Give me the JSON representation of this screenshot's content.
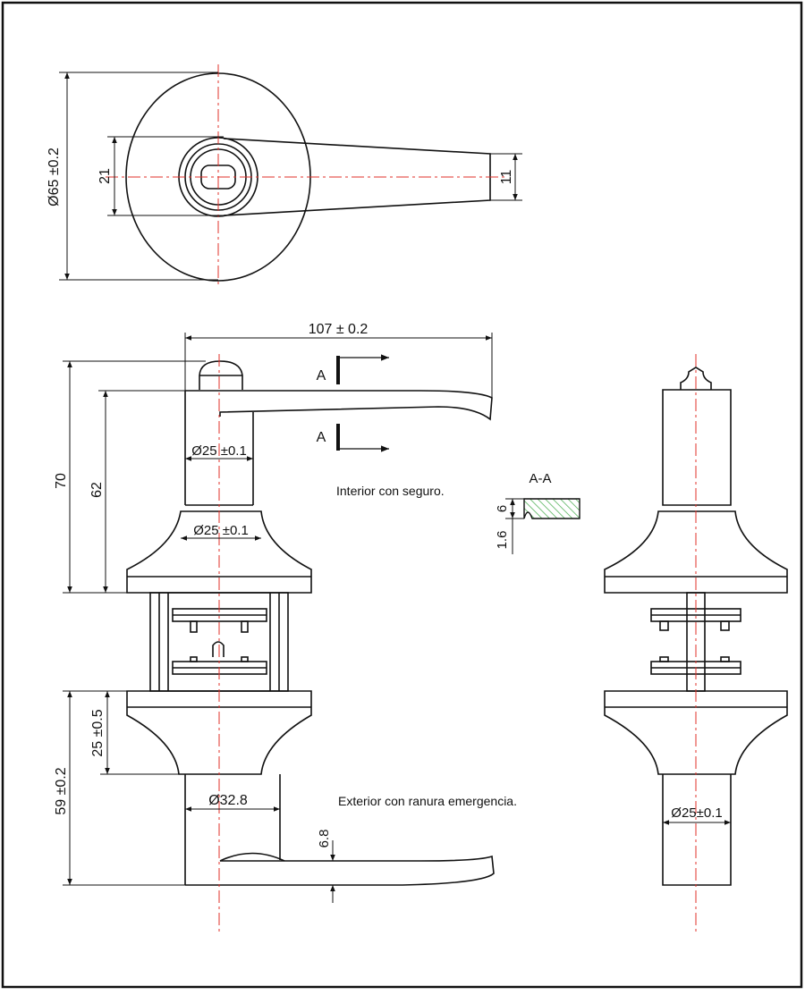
{
  "drawing": {
    "dimensions": {
      "top_diameter": "Ø65 ±0.2",
      "top_height": "21",
      "top_tip": "11",
      "length": "107 ± 0.2",
      "height_total": "70",
      "height_inner": "62",
      "neck_diameter": "Ø25 ±0.1",
      "rose_diameter": "Ø25 ±0.1",
      "section_thickness": "6",
      "section_offset": "1.6",
      "exterior_height": "59 ±0.2",
      "exterior_rose": "25 ±0.5",
      "exterior_diameter": "Ø32.8",
      "lever_offset": "6.8",
      "side_neck_diameter": "Ø25±0.1"
    },
    "section_marker": "A",
    "section_marker_lower": "A",
    "section_title": "A-A",
    "notes": {
      "interior": "Interior con seguro.",
      "exterior": "Exterior con ranura emergencia."
    },
    "colors": {
      "line": "#111111",
      "centerline": "#e0302a",
      "hatch": "#3aa641"
    }
  }
}
